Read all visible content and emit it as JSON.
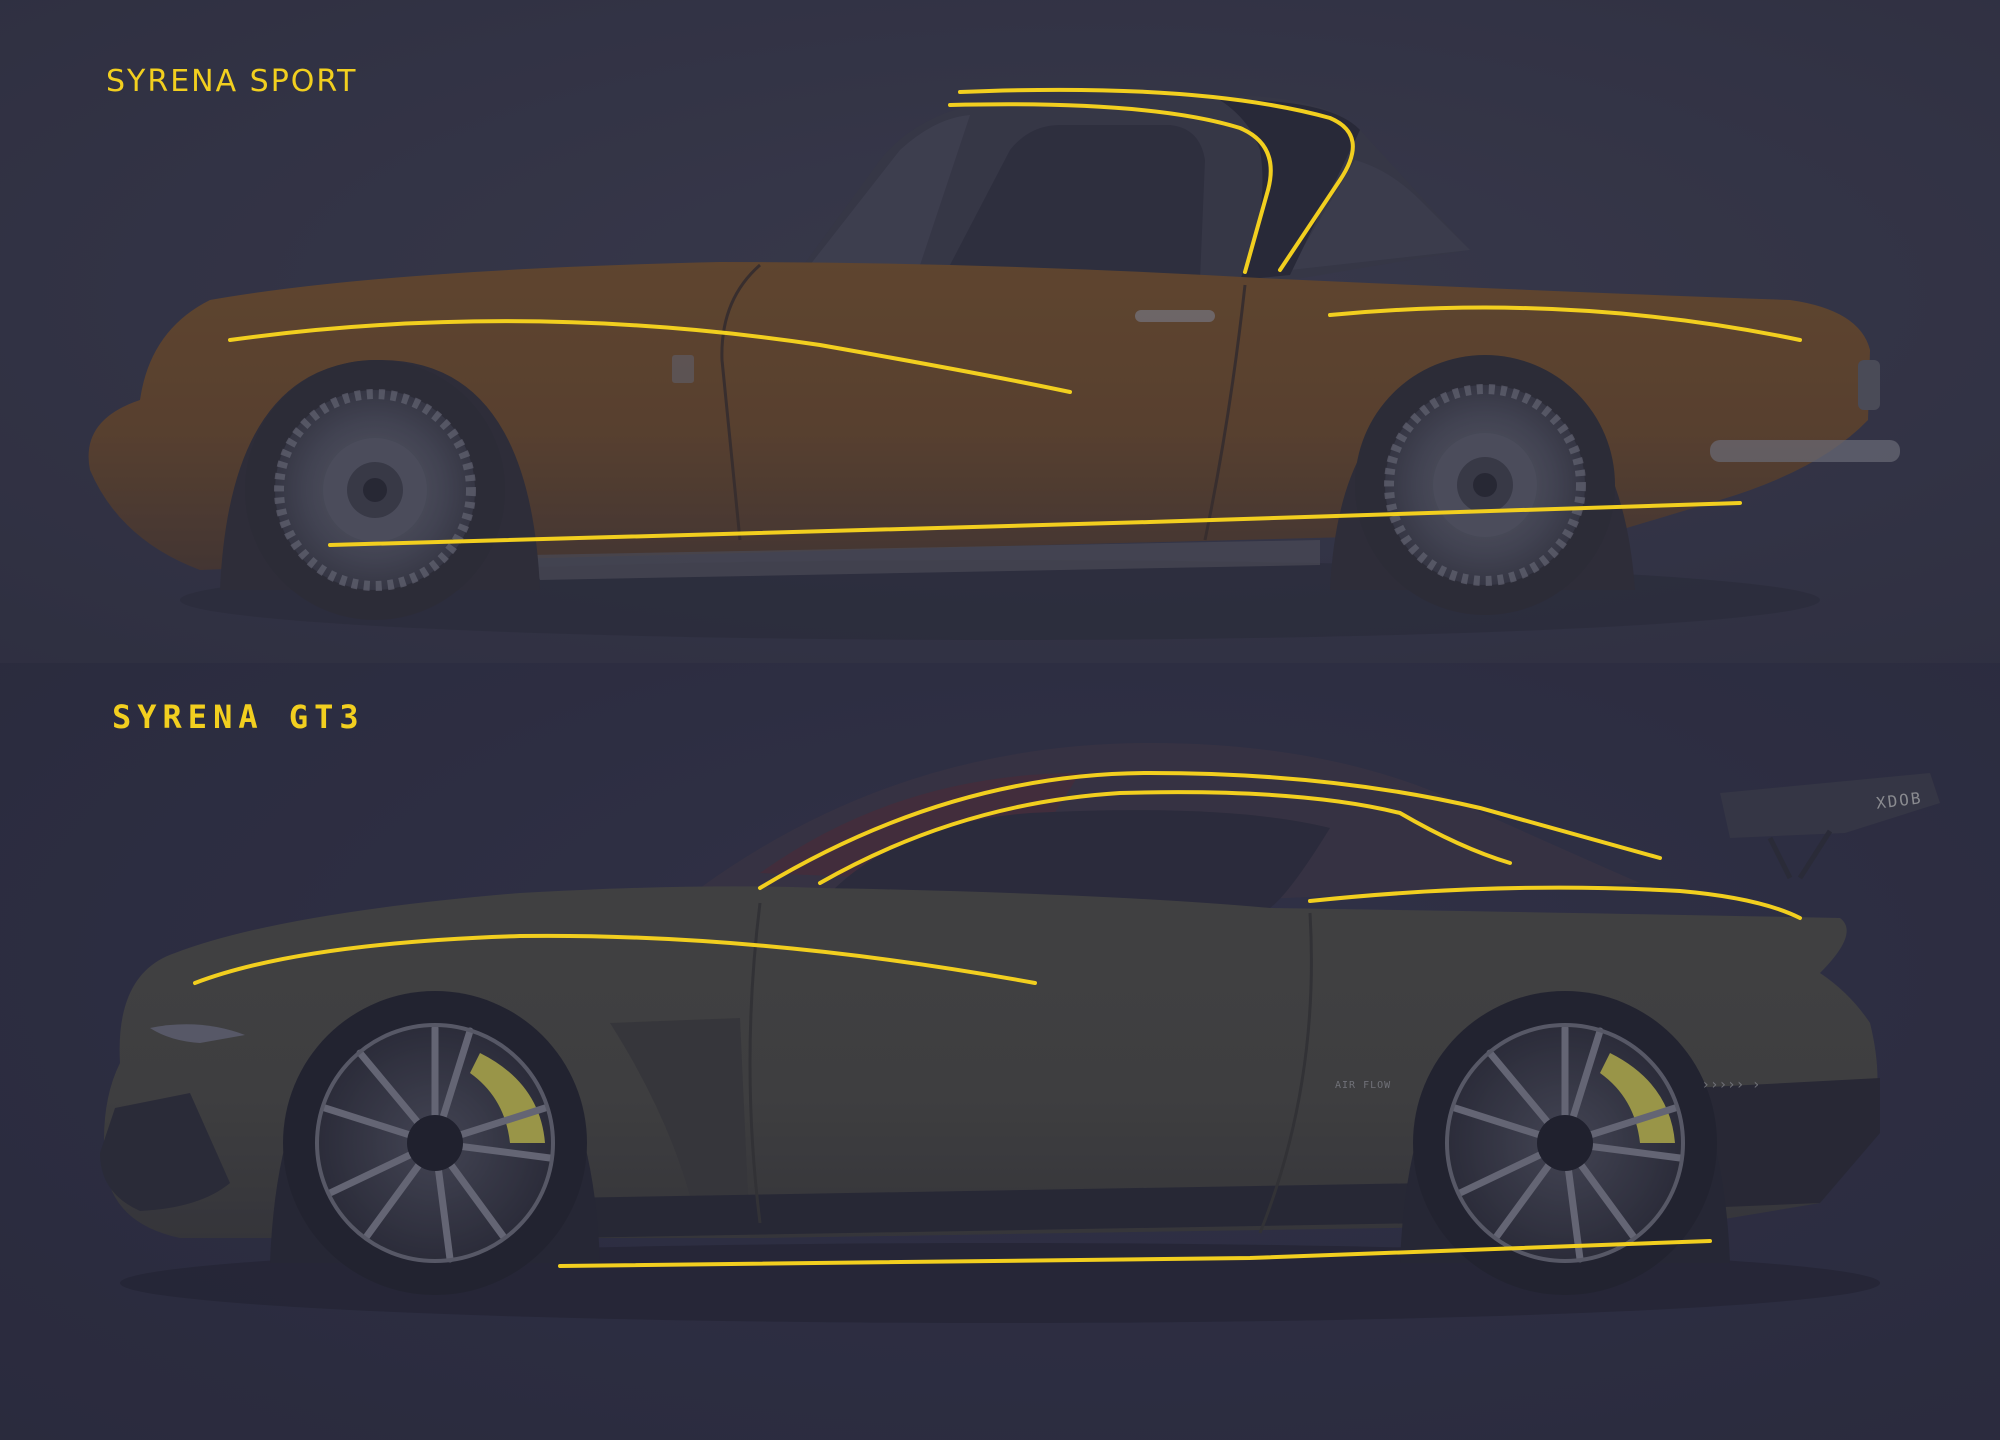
{
  "top_panel": {
    "model_name": "SYRENA SPORT",
    "body_color": "#8a5a1c",
    "accent_color": "#f2cf1f"
  },
  "bottom_panel": {
    "model_name": "SYRENA GT3",
    "wing_badge": "XDOB",
    "airflow_label": "AIR FLOW",
    "chevron_text": "›››››  ›",
    "body_color": "#4a4a3e",
    "brake_color": "#c9c34a",
    "accent_color": "#f2cf1f"
  }
}
